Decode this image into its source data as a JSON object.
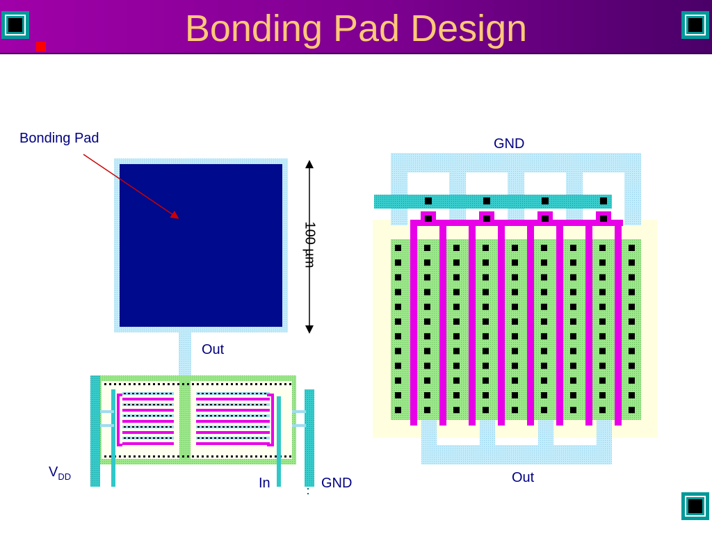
{
  "slide": {
    "title": "Bonding Pad Design"
  },
  "labels": {
    "bonding_pad": "Bonding Pad",
    "dimension": "100 µm",
    "out_left": "Out",
    "vdd_main": "V",
    "vdd_sub": "DD",
    "in": "In",
    "gnd_left": "GND",
    "gnd_top": "GND",
    "out_right": "Out"
  },
  "colors": {
    "banner_start": "#a000a8",
    "banner_end": "#4a0068",
    "title_text": "#ffc878",
    "pad_fill": "#000a8c",
    "metal_light_blue": "#b8e8f8",
    "poly_magenta": "#e800e8",
    "diffusion_green": "#98e880",
    "nwell_yellow": "#ffffe0",
    "metal_cyan": "#30c8c8",
    "contact_black": "#000000",
    "label_navy": "#000080",
    "arrow_red": "#cc0000"
  }
}
